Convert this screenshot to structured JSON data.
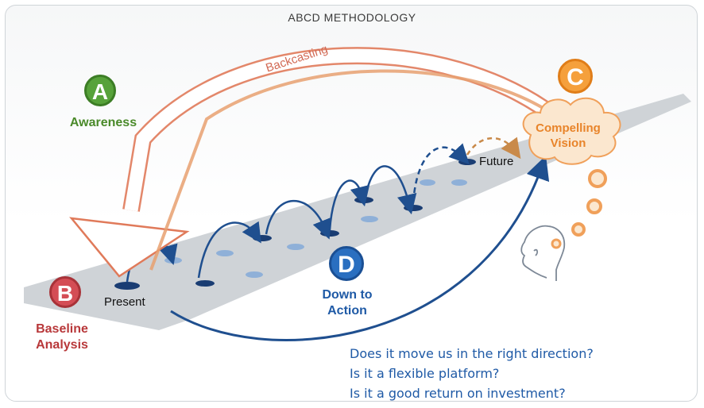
{
  "title": "ABCD METHODOLOGY",
  "stages": {
    "a": {
      "letter": "A",
      "label": "Awareness",
      "color": "#4a8a2a"
    },
    "b": {
      "letter": "B",
      "label_line1": "Baseline",
      "label_line2": "Analysis",
      "color": "#b8383a"
    },
    "c": {
      "letter": "C",
      "label_line1": "Compelling",
      "label_line2": "Vision",
      "color": "#f0882a"
    },
    "d": {
      "letter": "D",
      "label_line1": "Down to",
      "label_line2": "Action",
      "color": "#1f5aa6"
    }
  },
  "backcasting_label": "Backcasting",
  "present_label": "Present",
  "future_label": "Future",
  "questions": [
    "Does it move us in the right direction?",
    "Is it a flexible platform?",
    "Is it a good return on investment?"
  ],
  "icons": [
    "head-silhouette-icon",
    "thought-bubble-icon",
    "hop-arrow-icon",
    "backcasting-arrow-icon"
  ]
}
